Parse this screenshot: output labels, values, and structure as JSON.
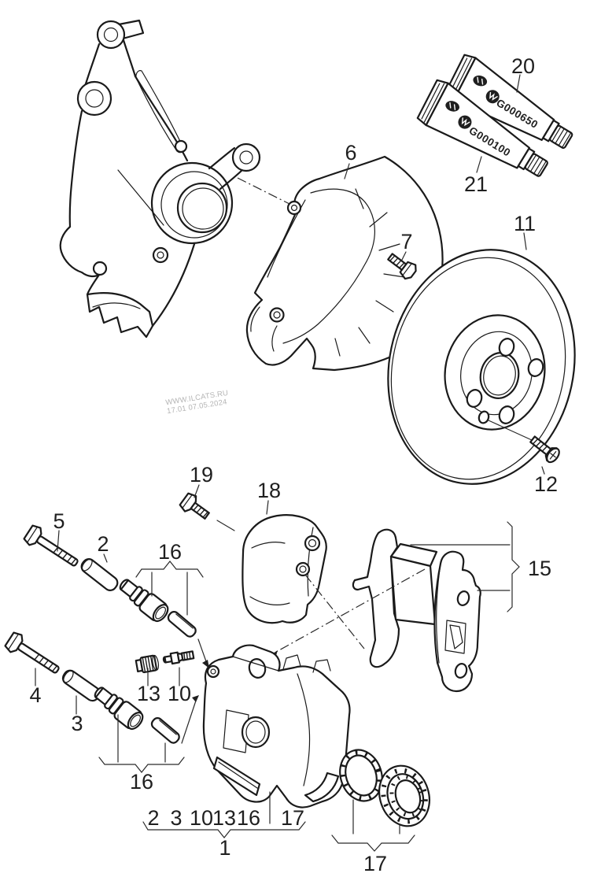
{
  "colors": {
    "ink": "#1a1a1a",
    "paper": "#ffffff",
    "watermark_gray": "#b5b5b5"
  },
  "watermark": {
    "line1": "WWW.ILCATS.RU",
    "line2": "17.01 07.05.2024"
  },
  "tubes": [
    {
      "callout": "20",
      "code": "G000650"
    },
    {
      "callout": "21",
      "code": "G000100"
    }
  ],
  "callouts": {
    "splash_shield": "6",
    "shield_bolt": "7",
    "brake_disc": "11",
    "disc_screw": "12",
    "guide_bolt_upper": "5",
    "guide_sleeve_upper": "2",
    "guide_bushing_upper": "16",
    "heat_shield_bolt": "19",
    "heat_shield": "18",
    "brake_pads": "15",
    "guide_bolt_lower": "4",
    "guide_sleeve_lower": "3",
    "plug": "13",
    "bleeder_valve": "10",
    "guide_bushing_lower": "16",
    "caliper_assembly": "1",
    "seal_kit": "17",
    "bottom_row": [
      "2",
      "3",
      "10",
      "13",
      "16"
    ],
    "bottom_row_seal": "17"
  }
}
